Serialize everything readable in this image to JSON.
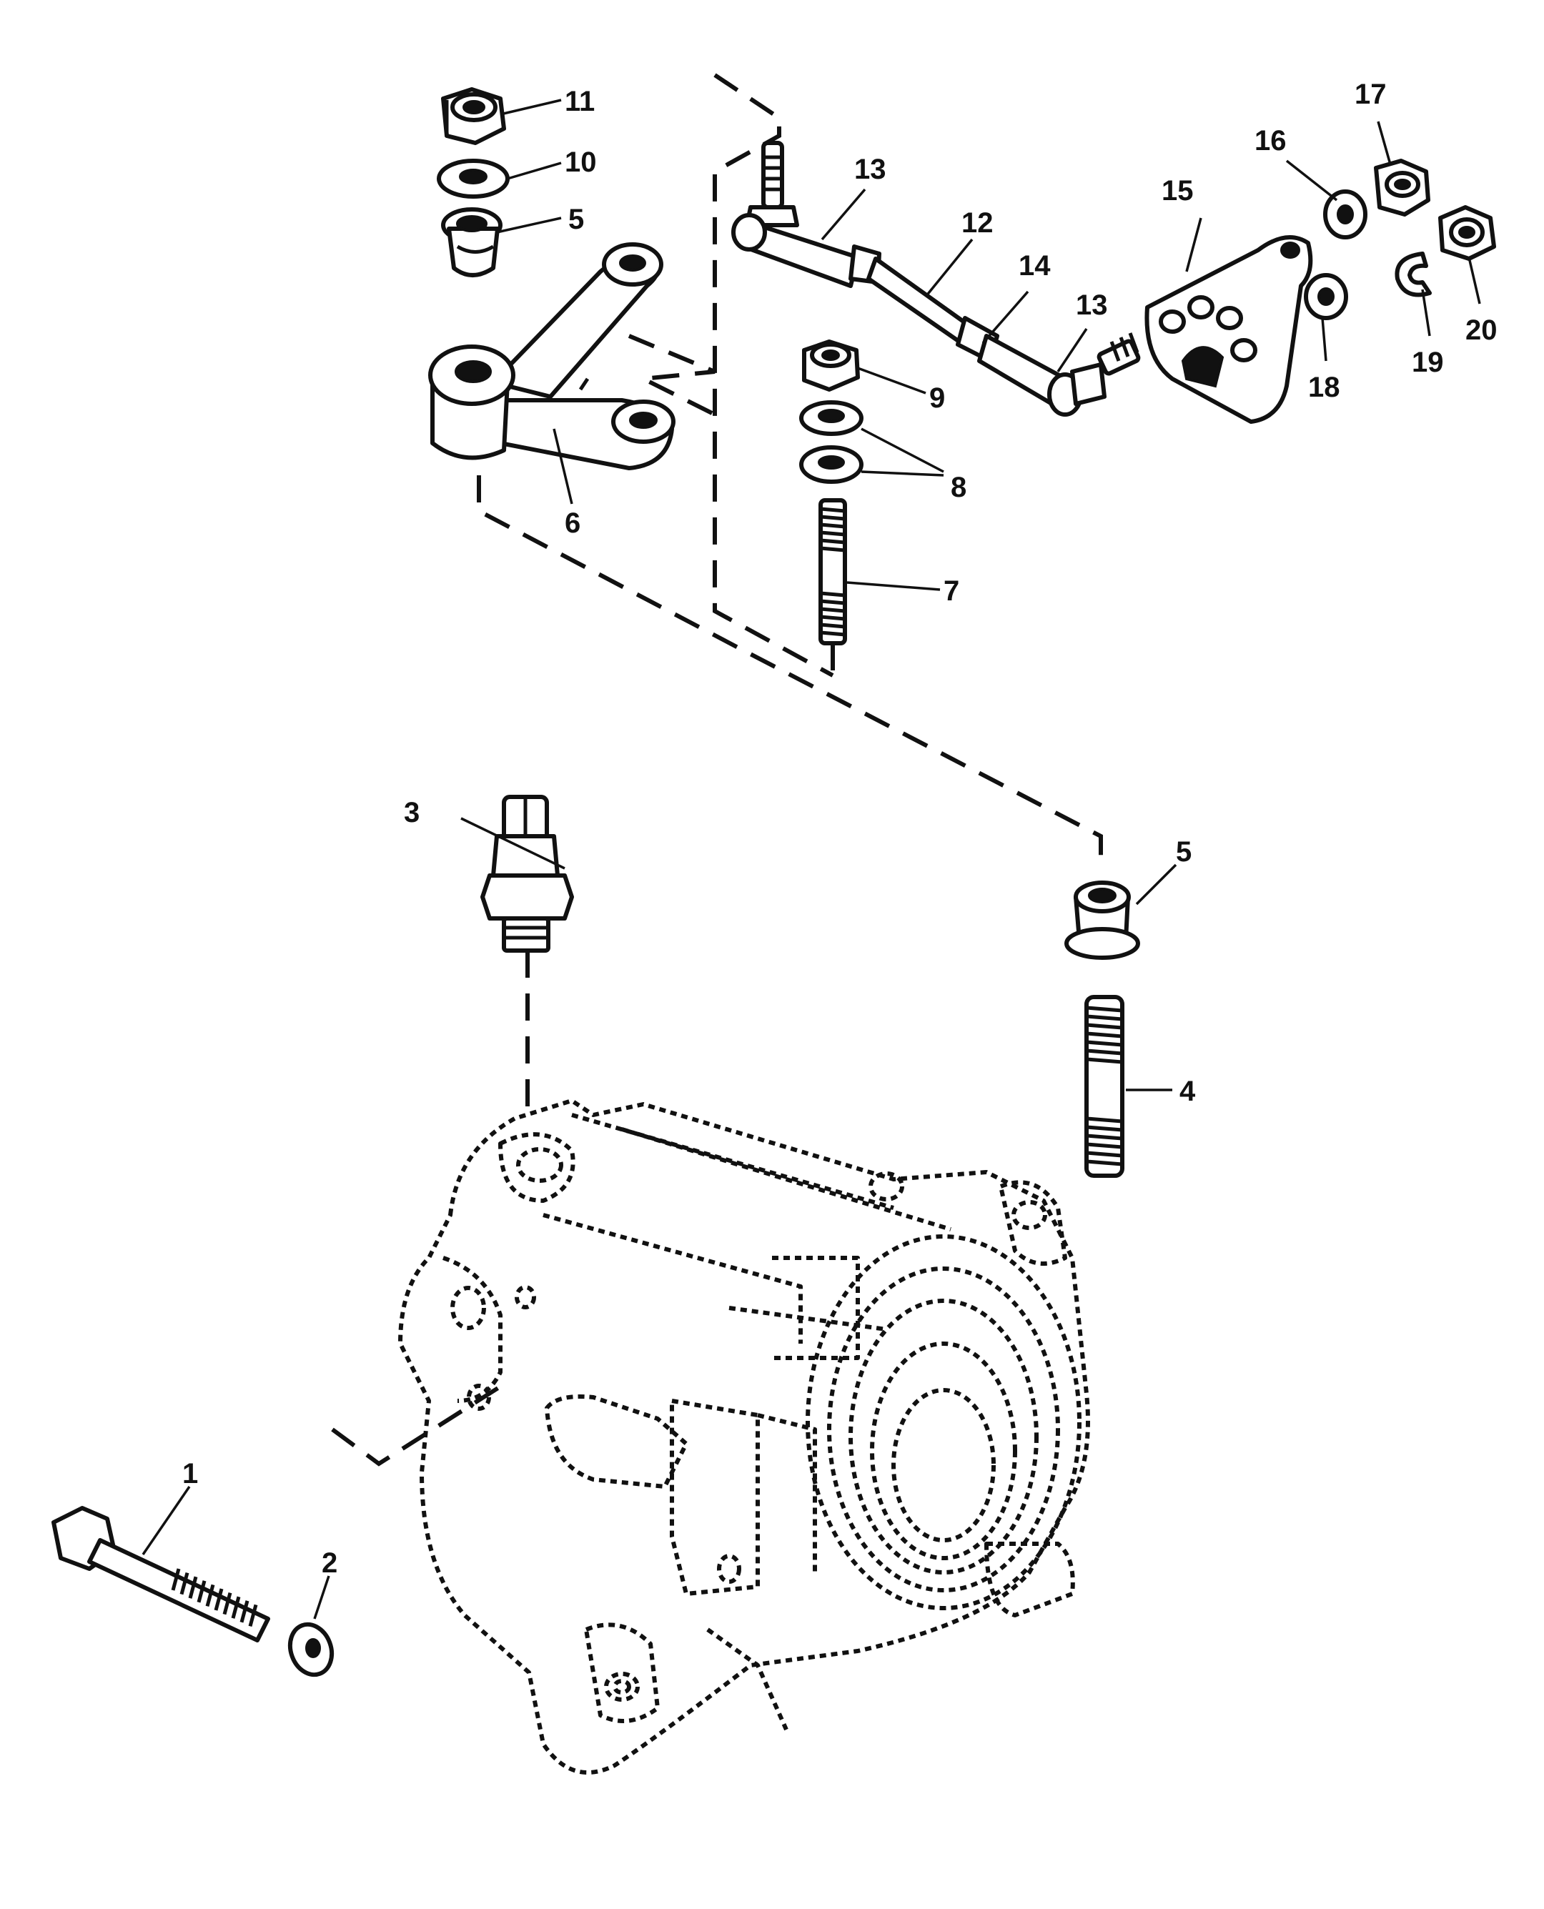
{
  "callouts": {
    "c1": "1",
    "c2": "2",
    "c3": "3",
    "c4": "4",
    "c5a": "5",
    "c5b": "5",
    "c6": "6",
    "c7": "7",
    "c8": "8",
    "c9": "9",
    "c10": "10",
    "c11": "11",
    "c12": "12",
    "c13a": "13",
    "c13b": "13",
    "c14": "14",
    "c15": "15",
    "c16": "16",
    "c17": "17",
    "c18": "18",
    "c19": "19",
    "c20": "20"
  },
  "colors": {
    "ink": "#111111",
    "paper": "#ffffff"
  }
}
